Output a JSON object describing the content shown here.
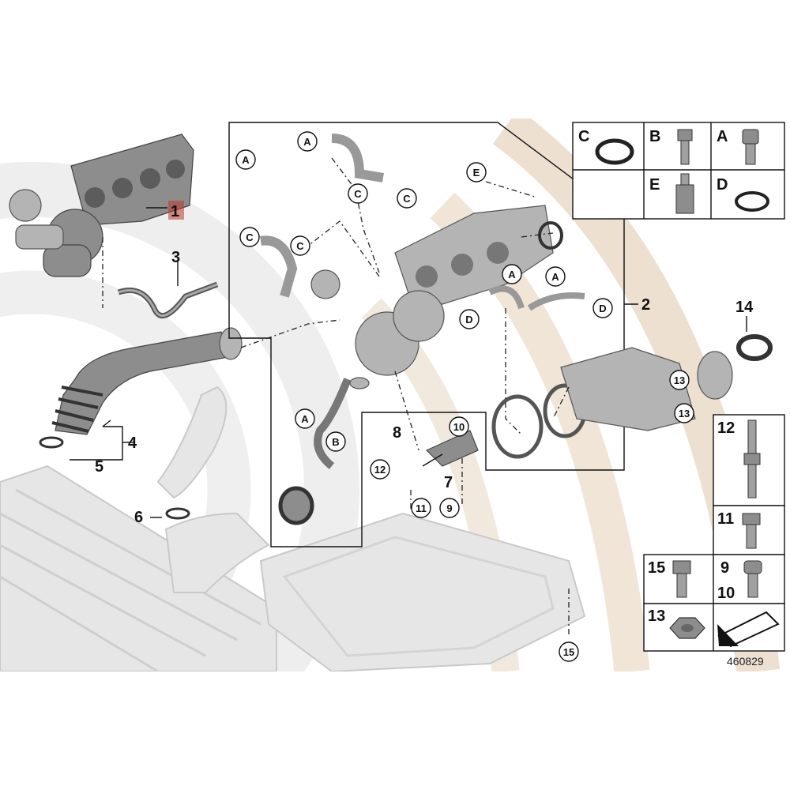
{
  "diagram": {
    "reference_number": "460829",
    "callouts": {
      "c1": "1",
      "c2": "2",
      "c3": "3",
      "c4": "4",
      "c5": "5",
      "c6": "6",
      "c7": "7",
      "c8": "8",
      "c9": "9",
      "c10": "10",
      "c11": "11",
      "c12": "12",
      "c13a": "13",
      "c13b": "13",
      "c14": "14",
      "c15": "15"
    },
    "letters": {
      "A": "A",
      "B": "B",
      "C": "C",
      "D": "D",
      "E": "E"
    },
    "legend": {
      "C": "C",
      "B": "B",
      "A": "A",
      "E": "E",
      "D": "D",
      "n12": "12",
      "n11": "11",
      "n15": "15",
      "n9": "9",
      "n10": "10",
      "n13": "13"
    },
    "colors": {
      "highlight": "#c0392b",
      "watermark": "#e6d3bd",
      "ghost": "#e6e6e6"
    }
  }
}
